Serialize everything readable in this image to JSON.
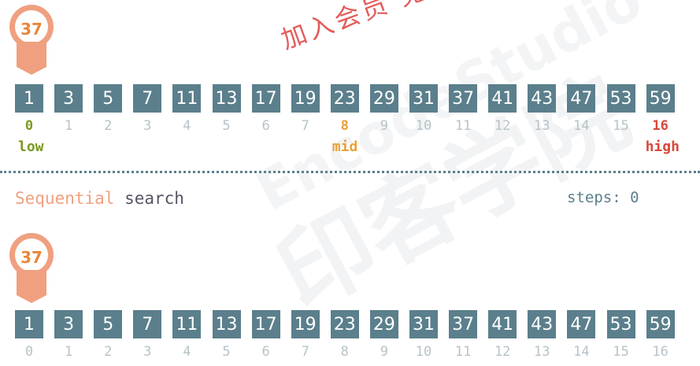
{
  "watermark": {
    "cn_text": "加入会员 免",
    "big_text": "印客学院",
    "en_text": "EncodeStudio"
  },
  "colors": {
    "cell_bg": "#5b7f8c",
    "pin_fill": "#f0a080",
    "target_text": "#e8873a",
    "low": "#7a9a1f",
    "mid": "#e8a13a",
    "high": "#d8473a",
    "index_default": "#b7c3c8"
  },
  "binary_search": {
    "target": "37",
    "values": [
      "1",
      "3",
      "5",
      "7",
      "11",
      "13",
      "17",
      "19",
      "23",
      "29",
      "31",
      "37",
      "41",
      "43",
      "47",
      "53",
      "59"
    ],
    "indices": [
      "0",
      "1",
      "2",
      "3",
      "4",
      "5",
      "6",
      "7",
      "8",
      "9",
      "10",
      "11",
      "12",
      "13",
      "14",
      "15",
      "16"
    ],
    "low_index": 0,
    "mid_index": 8,
    "high_index": 16,
    "low_label": "low",
    "mid_label": "mid",
    "high_label": "high"
  },
  "sequential_search": {
    "title_accent": "Sequential",
    "title_rest": " search",
    "steps_label": "steps: 0",
    "target": "37",
    "values": [
      "1",
      "3",
      "5",
      "7",
      "11",
      "13",
      "17",
      "19",
      "23",
      "29",
      "31",
      "37",
      "41",
      "43",
      "47",
      "53",
      "59"
    ],
    "indices": [
      "0",
      "1",
      "2",
      "3",
      "4",
      "5",
      "6",
      "7",
      "8",
      "9",
      "10",
      "11",
      "12",
      "13",
      "14",
      "15",
      "16"
    ]
  }
}
